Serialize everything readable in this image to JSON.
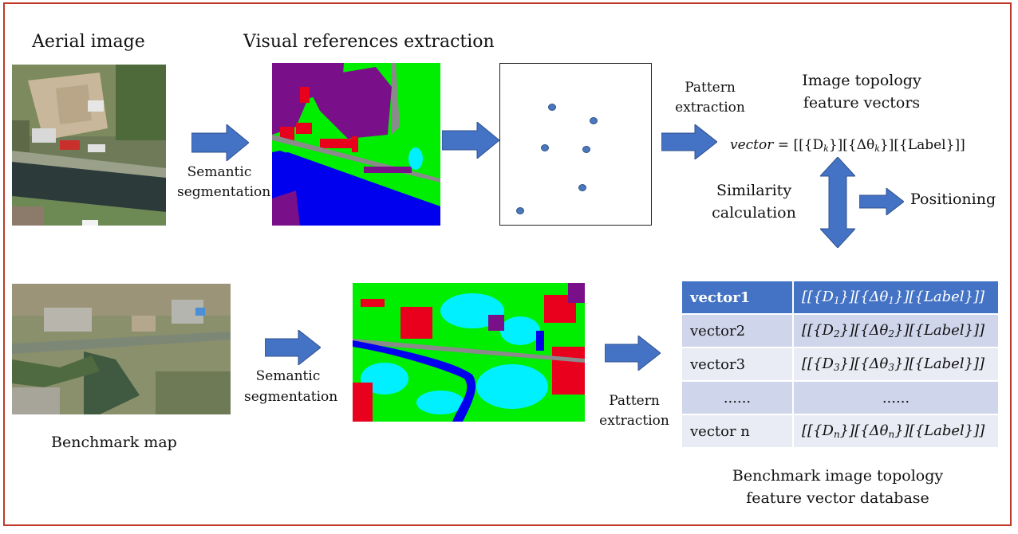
{
  "labels": {
    "aerial_image": "Aerial image",
    "visual_references": "Visual references extraction",
    "semantic_seg_1a": "Semantic",
    "semantic_seg_1b": "segmentation",
    "pattern_1a": "Pattern",
    "pattern_1b": "extraction",
    "topology_1": "Image topology",
    "topology_2": "feature vectors",
    "similarity_1": "Similarity",
    "similarity_2": "calculation",
    "positioning": "Positioning",
    "benchmark_map": "Benchmark map",
    "semantic_seg_2a": "Semantic",
    "semantic_seg_2b": "segmentation",
    "pattern_2a": "Pattern",
    "pattern_2b": "extraction",
    "database_1": "Benchmark image topology",
    "database_2": "feature vector database"
  },
  "formula": {
    "lhs": "vector",
    "eq": " = [[{D",
    "sub_k": "k",
    "mid": "}][{Δθ",
    "sub_k2": "k",
    "rhs": "}][{Label}]]"
  },
  "table": [
    {
      "key": "vector1",
      "d": "1",
      "t": "1"
    },
    {
      "key": "vector2",
      "d": "2",
      "t": "2"
    },
    {
      "key": "vector3",
      "d": "3",
      "t": "3"
    },
    {
      "key": "......",
      "value": "......"
    },
    {
      "key": "vector n",
      "d": "n",
      "t": "n"
    }
  ],
  "table_parts": {
    "open": "[[{D",
    "mid": "}][{Δθ",
    "close": "}][{Label}]]"
  },
  "colors": {
    "arrow": "#4472c4",
    "frame": "#c0392b",
    "seg_green": "#00ee00",
    "seg_purple": "#7a0f8a",
    "seg_red": "#e8001c",
    "seg_blue": "#0000ee",
    "seg_cyan": "#00f0ff",
    "seg_gray": "#8a8a8a"
  }
}
